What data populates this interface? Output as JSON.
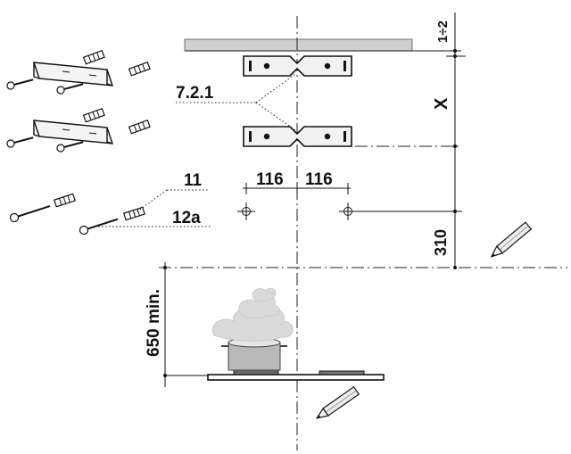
{
  "labels": {
    "gap": "1÷2",
    "height_x": "X",
    "bracket_ref": "7.2.1",
    "screw_ref": "11",
    "plug_ref": "12a",
    "offset_left": "116",
    "offset_right": "116",
    "vertical_offset": "310",
    "min_height": "650 min."
  },
  "colors": {
    "ceiling": "#cfcfcf",
    "bracket": "#f2f2f2",
    "pot": "#b9b9b9",
    "steam": "#d9d9d9"
  },
  "icons": [
    "pencil-icon",
    "pencil-icon",
    "screw-icon",
    "wall-plug-icon",
    "bracket-icon",
    "pot-icon",
    "steam-icon"
  ]
}
